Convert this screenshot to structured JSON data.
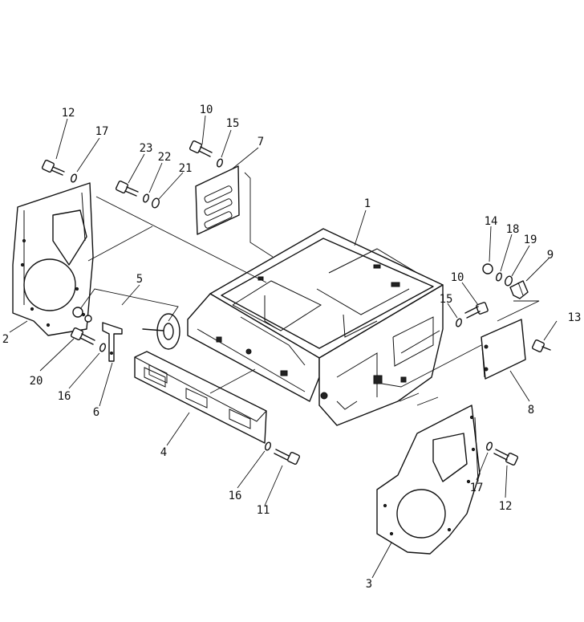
{
  "diagram": {
    "callouts": [
      {
        "id": "c1",
        "text": "1"
      },
      {
        "id": "c2",
        "text": "2"
      },
      {
        "id": "c3",
        "text": "3"
      },
      {
        "id": "c4",
        "text": "4"
      },
      {
        "id": "c5",
        "text": "5"
      },
      {
        "id": "c6",
        "text": "6"
      },
      {
        "id": "c7",
        "text": "7"
      },
      {
        "id": "c8",
        "text": "8"
      },
      {
        "id": "c9",
        "text": "9"
      },
      {
        "id": "c10a",
        "text": "10"
      },
      {
        "id": "c10b",
        "text": "10"
      },
      {
        "id": "c11",
        "text": "11"
      },
      {
        "id": "c12a",
        "text": "12"
      },
      {
        "id": "c12b",
        "text": "12"
      },
      {
        "id": "c13",
        "text": "13"
      },
      {
        "id": "c14",
        "text": "14"
      },
      {
        "id": "c15a",
        "text": "15"
      },
      {
        "id": "c15b",
        "text": "15"
      },
      {
        "id": "c16a",
        "text": "16"
      },
      {
        "id": "c16b",
        "text": "16"
      },
      {
        "id": "c17a",
        "text": "17"
      },
      {
        "id": "c17b",
        "text": "17"
      },
      {
        "id": "c18",
        "text": "18"
      },
      {
        "id": "c19",
        "text": "19"
      },
      {
        "id": "c20",
        "text": "20"
      },
      {
        "id": "c21",
        "text": "21"
      },
      {
        "id": "c22",
        "text": "22"
      },
      {
        "id": "c23",
        "text": "23"
      }
    ]
  }
}
